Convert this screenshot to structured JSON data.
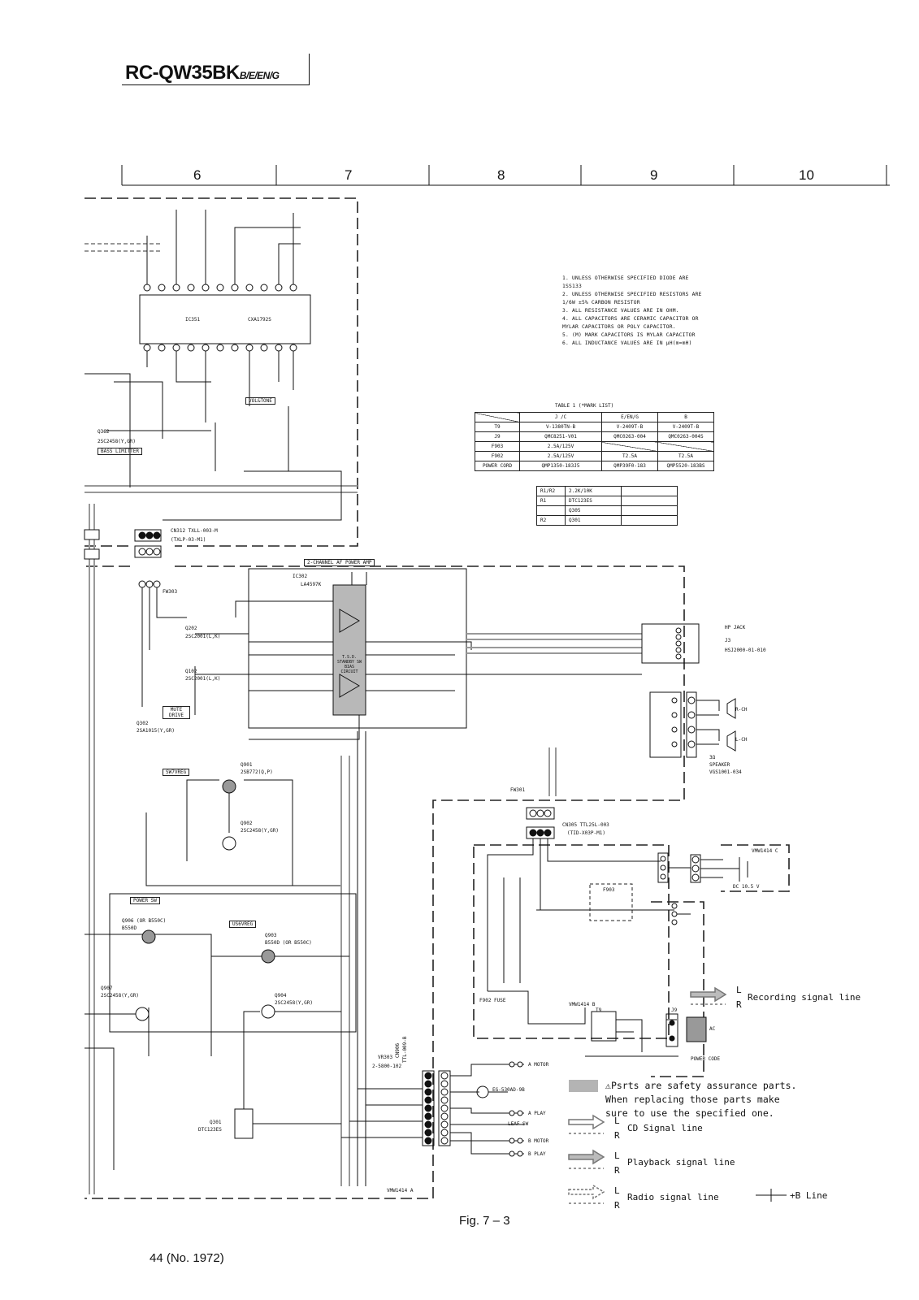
{
  "header": {
    "model": "RC-QW35BK",
    "suffix": "B/E/EN/G"
  },
  "columns": [
    "6",
    "7",
    "8",
    "9",
    "10"
  ],
  "notes": [
    "1. UNLESS OTHERWISE SPECIFIED DIODE ARE",
    "   1SS133",
    "2. UNLESS OTHERWISE SPECIFIED RESISTORS ARE",
    "   1/6W ±5% CARBON RESISTOR",
    "3. ALL RESISTANCE VALUES ARE IN OHM.",
    "4. ALL CAPACITORS ARE CERAMIC CAPACITOR OR",
    "   MYLAR CAPACITORS OR POLY CAPACITOR.",
    "5. (M) MARK CAPACITORS IS MYLAR CAPACITOR",
    "6. ALL INDUCTANCE VALUES ARE IN μH(m=mH)"
  ],
  "mark_table": {
    "caption": "TABLE 1 (*MARK LIST)",
    "headers": [
      "",
      "J /C",
      "E/EN/G",
      "B"
    ],
    "rows": [
      [
        "T9",
        "V-1380TN-B",
        "V-2409T-B",
        "V-2409T-B"
      ],
      [
        "J9",
        "QMC8251-V01",
        "QMC0263-004",
        "QMC0263-004S"
      ],
      [
        "F903",
        "2.5A/125V",
        "",
        ""
      ],
      [
        "F902",
        "2.5A/125V",
        "T2.5A",
        "T2.5A"
      ],
      [
        "POWER CORD",
        "QMP1350-183J5",
        "QMP39F0-183",
        "QMP5520-183BS"
      ]
    ]
  },
  "r_table": {
    "rows": [
      [
        "R1/R2",
        "2.2K/10K"
      ],
      [
        "R1",
        "DTC123ES"
      ],
      [
        "",
        "Q305"
      ],
      [
        "R2",
        "Q301"
      ]
    ]
  },
  "labels": {
    "ic351": "IC351",
    "ic351_part": "CXA1792S",
    "vol_tone": "VOL&TONE",
    "bass_limiter": "BASS LIMITTER",
    "q362": "Q362",
    "q362_part": "2SC2458(Y,GR)",
    "cn312": "CN312  TXLL-003-M",
    "cn312_sub": "(TXLP-03-M1)",
    "fw303": "FW303",
    "power_amp": "2-CHANNEL AF POWER AMP",
    "ic302": "IC302",
    "ic302_part": "LA4597K",
    "standby": "T.S.D. STANDBY SW BIAS CIRCUIT",
    "q202": "Q202",
    "q202_part": "2SC2001(L,K)",
    "q102": "Q102",
    "q102_part": "2SC2001(L,K)",
    "mute_drive": "MUTE DRIVE",
    "q302": "Q302",
    "q302_part": "2SA1015(Y,GR)",
    "sw7vreg": "SW7VREG",
    "q901": "Q901",
    "q901_part": "2SB772(Q,P)",
    "q902": "Q902",
    "q902_part": "2SC2458(Y,GR)",
    "power_sw": "POWER SW",
    "q906": "Q906 (OR B550C)",
    "q906_part": "B550D",
    "us6vreg": "US6VREG",
    "q903": "Q903",
    "q903_part": "B550D (OR B550C)",
    "q904": "Q904",
    "q904_part": "2SC2458(Y,GR)",
    "q907": "Q907",
    "q907_part": "2SC2458(Y,GR)",
    "q301": "Q301",
    "q301_part": "DTC123ES",
    "vr303": "VR303",
    "vr303_part": "2-5800-102",
    "hp_jack": "HP JACK",
    "j3": "J3",
    "j3_part": "HSJ2000-01-010",
    "speaker": "3Ω",
    "speaker_label": "SPEAKER",
    "speaker_part": "VGS1001-034",
    "rch": "R-CH",
    "lch": "L-CH",
    "cn305": "CN305 TTL25L-003",
    "cn305_sub": "(TID-X03P-M1)",
    "fw301": "FW301",
    "vmw1414_c": "VMW1414 C",
    "dc": "DC 10.5 V",
    "f903": "F903",
    "fuse": "F902 FUSE",
    "vmw1414_b": "VMW1414 B",
    "t9": "T9",
    "j9": "J9",
    "power_code": "POWER CODE",
    "ac": "AC",
    "a_motor": "A MOTOR",
    "a_play": "A PLAY",
    "leaf_sw": "LEAF SW",
    "b_motor": "B MOTOR",
    "b_play": "B PLAY",
    "motor_part": "EG-530AD-9B",
    "vmw1414_a": "VMW1414 A",
    "cn906": "CN906",
    "cn906_part": "TTL-009-B"
  },
  "safety": {
    "line1": "Psrts are safety assurance parts.",
    "line2": "When replacing those parts make",
    "line3": "sure to use the specified one."
  },
  "legend": [
    {
      "label": "Recording signal line",
      "L": "L",
      "R": "R"
    },
    {
      "label": "CD Signal line",
      "L": "L",
      "R": "R"
    },
    {
      "label": "Playback signal line",
      "L": "L",
      "R": "R"
    },
    {
      "label": "Radio signal line",
      "L": "L",
      "R": "R"
    }
  ],
  "b_line": "+B Line",
  "figure": "Fig. 7 – 3",
  "page": "44 (No. 1972)"
}
